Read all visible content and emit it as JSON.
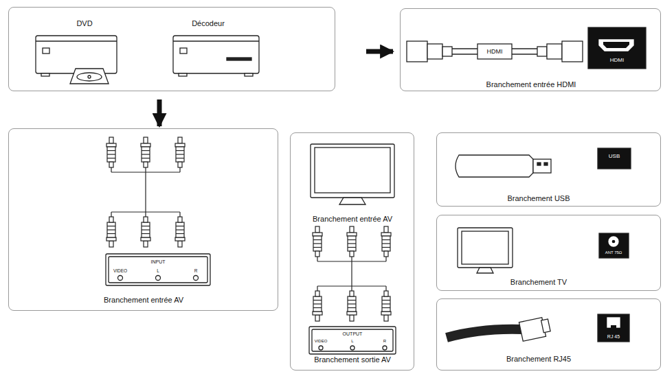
{
  "diagram": {
    "nodes": [
      {
        "text": [
          "DVD",
          "Décodeur"
        ]
      },
      {
        "text": [
          "Branchement entrée HDMI"
        ]
      },
      {
        "text": [
          "Branchement entrée AV"
        ]
      },
      {
        "text": [
          "Branchement entrée AV",
          "Branchement sortie AV"
        ]
      },
      {
        "text": [
          "Branchement USB"
        ]
      },
      {
        "text": [
          "Branchement TV"
        ]
      },
      {
        "text": [
          "Branchement RJ45"
        ]
      }
    ],
    "edges": [
      {
        "from": 0,
        "to": 1,
        "arrow": "to"
      },
      {
        "from": 0,
        "to": 2,
        "arrow": "to"
      }
    ],
    "labels": [
      "HDMI",
      "HDMI",
      "INPUT",
      "VIDEO",
      "L",
      "R",
      "OUTPUT",
      "VIDEO",
      "L",
      "R",
      "USB",
      "ANT 75Ω",
      "RJ 45"
    ]
  }
}
